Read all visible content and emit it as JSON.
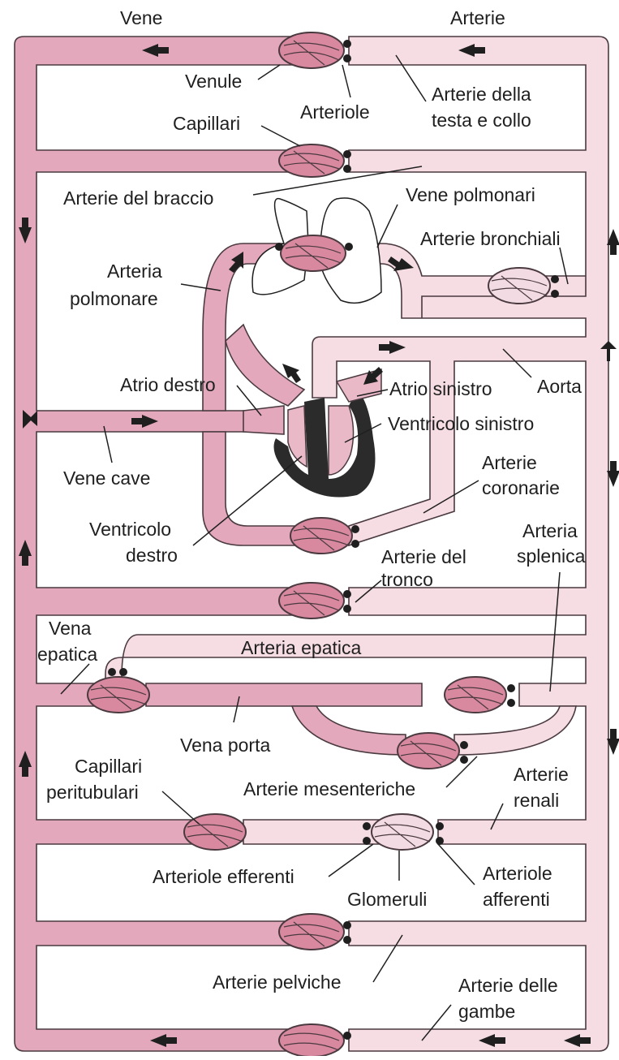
{
  "labels": {
    "vene": "Vene",
    "arterie": "Arterie",
    "venule": "Venule",
    "arteriole": "Arteriole",
    "arterie_testa_1": "Arterie della",
    "arterie_testa_2": "testa e collo",
    "capillari": "Capillari",
    "arterie_braccio": "Arterie del braccio",
    "vene_polmonari": "Vene polmonari",
    "arterie_bronchiali": "Arterie bronchiali",
    "arteria_polmonare_1": "Arteria",
    "arteria_polmonare_2": "polmonare",
    "atrio_destro": "Atrio destro",
    "atrio_sinistro": "Atrio sinistro",
    "aorta": "Aorta",
    "ventricolo_sinistro": "Ventricolo sinistro",
    "vene_cave": "Vene cave",
    "arterie_coronarie_1": "Arterie",
    "arterie_coronarie_2": "coronarie",
    "ventricolo_destro_1": "Ventricolo",
    "ventricolo_destro_2": "destro",
    "arteria_splenica_1": "Arteria",
    "arteria_splenica_2": "splenica",
    "arterie_tronco_1": "Arterie del",
    "arterie_tronco_2": "tronco",
    "vena_epatica_1": "Vena",
    "vena_epatica_2": "epatica",
    "arteria_epatica": "Arteria epatica",
    "vena_porta": "Vena porta",
    "capillari_peritubulari_1": "Capillari",
    "capillari_peritubulari_2": "peritubulari",
    "arterie_mesenteriche": "Arterie mesenteriche",
    "arterie_renali_1": "Arterie",
    "arterie_renali_2": "renali",
    "arteriole_efferenti": "Arteriole efferenti",
    "glomeruli": "Glomeruli",
    "arteriole_afferenti_1": "Arteriole",
    "arteriole_afferenti_2": "afferenti",
    "arterie_pelviche": "Arterie pelviche",
    "arterie_gambe_1": "Arterie delle",
    "arterie_gambe_2": "gambe"
  },
  "colors": {
    "vein": "#e3a8bb",
    "artery": "#f6dde4",
    "capillary": "#d8889f",
    "heart_wall": "#2b2b2b"
  }
}
